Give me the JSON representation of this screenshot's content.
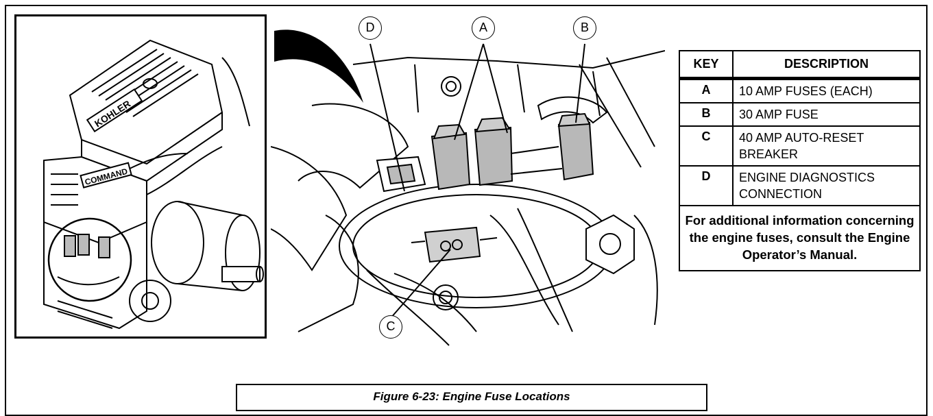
{
  "figure": {
    "caption": "Figure 6-23: Engine Fuse Locations",
    "engine_brand": "KOHLER",
    "engine_sub_brand": "COMMAND",
    "callouts": {
      "a": "A",
      "b": "B",
      "c": "C",
      "d": "D"
    }
  },
  "key_table": {
    "headers": {
      "key": "KEY",
      "description": "DESCRIPTION"
    },
    "rows": [
      {
        "key": "A",
        "description": "10 AMP FUSES (EACH)"
      },
      {
        "key": "B",
        "description": "30 AMP FUSE"
      },
      {
        "key": "C",
        "description": "40 AMP AUTO-RESET BREAKER"
      },
      {
        "key": "D",
        "description": "ENGINE DIAGNOSTICS CONNECTION"
      }
    ],
    "note": "For additional information concerning the engine fuses, consult the Engine Operator’s Manual."
  }
}
